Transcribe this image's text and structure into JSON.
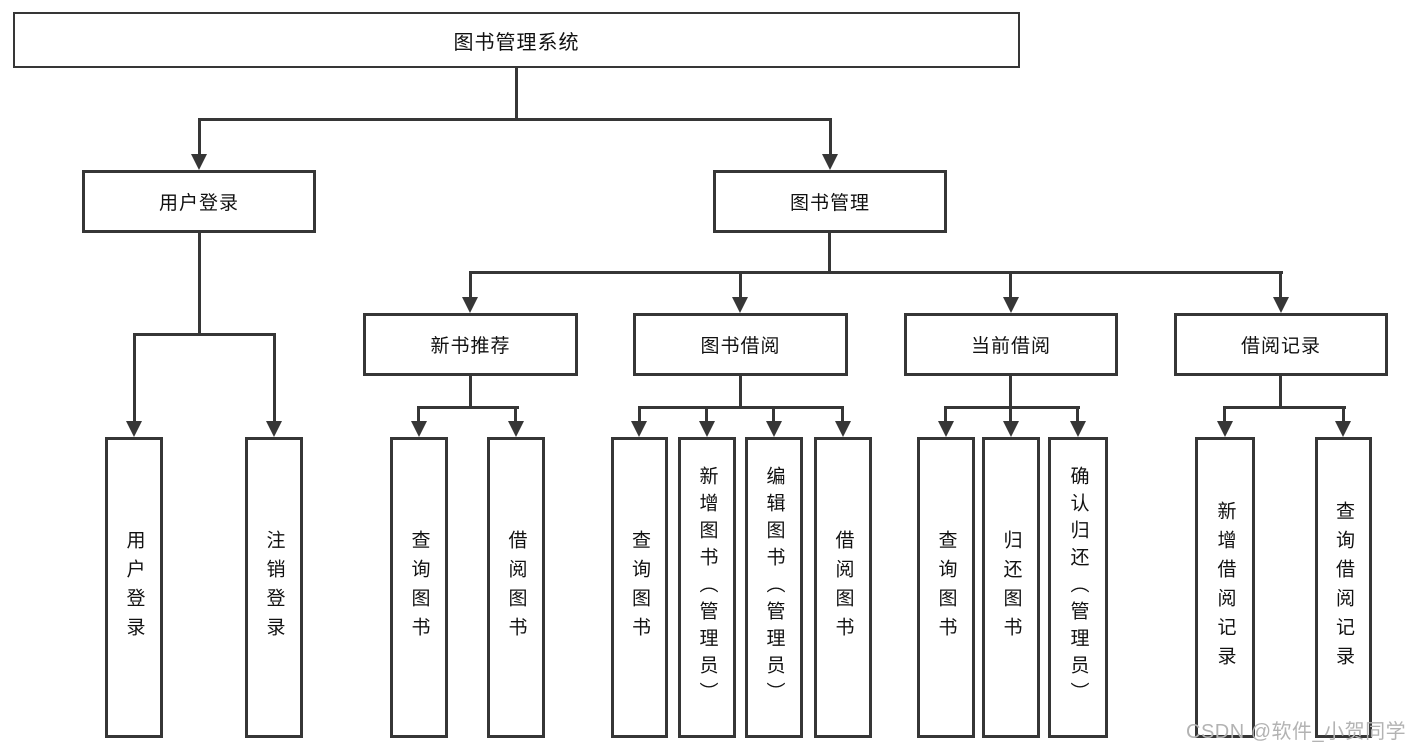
{
  "diagram": {
    "type": "tree",
    "title": "图书管理系统",
    "tree": {
      "root": {
        "label": "图书管理系统"
      },
      "branches": [
        {
          "label": "用户登录",
          "children": [
            {
              "label": "用户登录"
            },
            {
              "label": "注销登录"
            }
          ]
        },
        {
          "label": "图书管理",
          "children": [
            {
              "label": "新书推荐",
              "children": [
                {
                  "label": "查询图书"
                },
                {
                  "label": "借阅图书"
                }
              ]
            },
            {
              "label": "图书借阅",
              "children": [
                {
                  "label": "查询图书"
                },
                {
                  "label": "新增图书（管理员）"
                },
                {
                  "label": "编辑图书（管理员）"
                },
                {
                  "label": "借阅图书"
                }
              ]
            },
            {
              "label": "当前借阅",
              "children": [
                {
                  "label": "查询图书"
                },
                {
                  "label": "归还图书"
                },
                {
                  "label": "确认归还（管理员）"
                }
              ]
            },
            {
              "label": "借阅记录",
              "children": [
                {
                  "label": "新增借阅记录"
                },
                {
                  "label": "查询借阅记录"
                }
              ]
            }
          ]
        }
      ]
    },
    "colors": {
      "line": "#363636",
      "box_border": "#363636",
      "text": "#111111",
      "watermark": "#b3b3b3",
      "background": "#ffffff"
    }
  },
  "watermark": {
    "text": "CSDN @软件_小贺同学"
  }
}
